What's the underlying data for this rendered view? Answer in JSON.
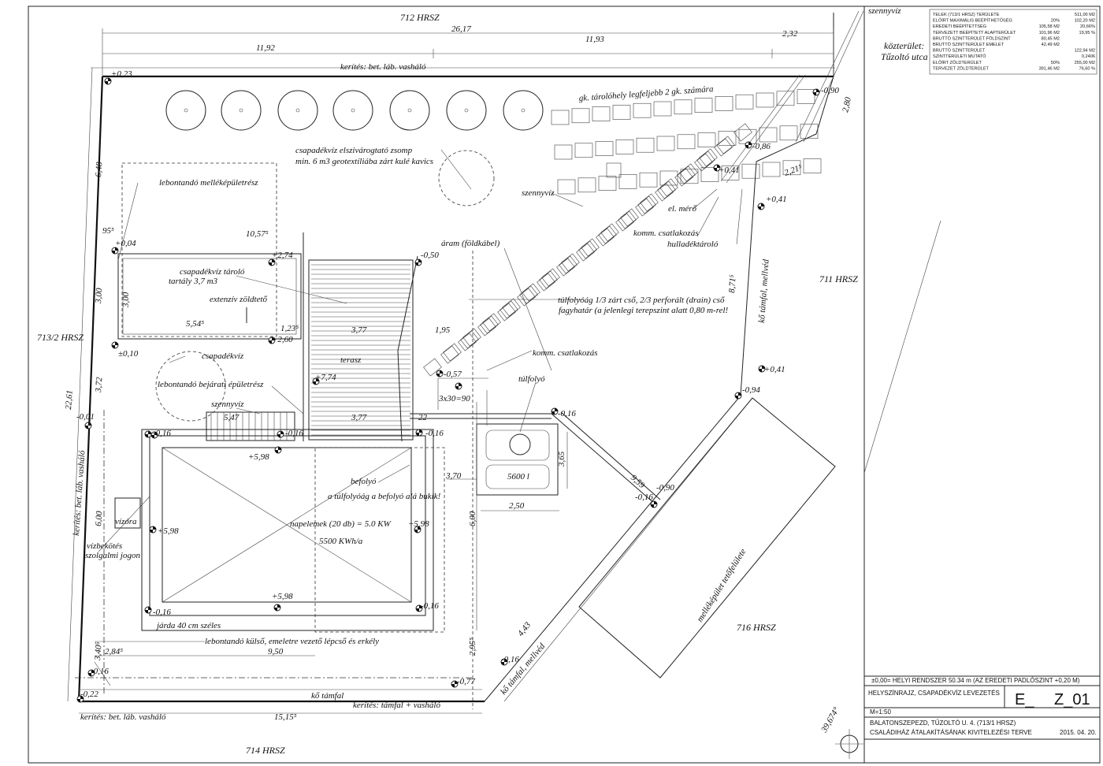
{
  "plot_labels": {
    "hrsz_712": "712 HRSZ",
    "hrsz_713_2": "713/2 HRSZ",
    "hrsz_714": "714 HRSZ",
    "hrsz_711": "711 HRSZ",
    "hrsz_716": "716 HRSZ",
    "street_area": "közterület:",
    "street_name": "Tűzoltó utca"
  },
  "annotations": {
    "fence_top": "kerítés: bet. láb. vasháló",
    "fence_left": "kerítés: bet. láb. vasháló",
    "fence_bottom": "kerítés: bet. láb. vasháló",
    "fence_bottom_right": "kerítés: támfal + vasháló",
    "stone_wall": "kő támfal",
    "stone_wall_parapet_right": "kő támfal, mellvéd",
    "stone_wall_parapet_bottom": "kő támfal, mellvéd",
    "sewage_top": "szennyvíz",
    "sewage_diag": "szennyvíz",
    "sewage_left": "szennyvíz",
    "car_parking": "gk. tárolóhely legfeljebb 2 gk. számára",
    "drainage_sump_1": "csapadékvíz elszivárogtató zsomp",
    "drainage_sump_2": "min. 6 m3 geotextíliába zárt kulé kavics",
    "demolish_shed": "lebontandó melléképületrész",
    "rain_tank_1": "csapadékvíz tároló",
    "rain_tank_2": "tartály 3,7 m3",
    "green_roof": "extenzív zöldtető",
    "power_cable": "áram (földkábel)",
    "el_meter": "el. mérő",
    "comm_connection_1": "komm. csatlakozás",
    "waste_storage": "hulladéktároló",
    "overflow_pipe_1": "túlfolyóág 1/3 zárt cső, 2/3 perforált (drain) cső",
    "overflow_pipe_2": "fagyhatár (a jelenlegi terepszint alatt 0,80 m-rel!",
    "comm_connection_2": "komm. csatlakozás",
    "rainwater": "csapadékvíz",
    "terrace": "terasz",
    "demolish_entrance": "lebontandó bejárati épületrész",
    "overflow": "túlfolyó",
    "inflow": "befolyó",
    "inflow_note": "a túlfolyóág a befolyó alá bukik!",
    "tank_volume": "5600 l",
    "solar_1": "napelemek (20 db) = 5.0 KW",
    "solar_2": "5500 KWh/a",
    "water_meter": "vízóra",
    "water_connection_1": "vízbekötés",
    "water_connection_2": "szolgalmi jogon",
    "sidewalk": "járda 40 cm széles",
    "demolish_stairs": "lebontandó külső, emeletre vezető lépcső és erkély",
    "outbuilding_roof": "melléképület tetőfelülete"
  },
  "dimensions": {
    "d_26_17": "26,17",
    "d_11_92": "11,92",
    "d_11_93": "11,93",
    "d_2_32": "2,32",
    "d_6_48": "6,48",
    "d_95": "95⁵",
    "d_10_57": "10,57⁵",
    "d_3_00a": "3,00",
    "d_3_00b": "3,00",
    "d_5_54": "5,54⁵",
    "d_1_23": "1,23⁵",
    "d_3_77a": "3,77",
    "d_3_77b": "3,77",
    "d_1_95": "1,95",
    "d_3_72": "3,72",
    "d_22_61": "22,61",
    "d_5_47": "5,47",
    "d_22": "22",
    "d_3x30": "3x30=90",
    "d_3_70": "3,70",
    "d_3_65": "3,65",
    "d_2_50": "2,50",
    "d_9_59": "9,59",
    "d_6_00a": "6,00",
    "d_6_00b": "6,00",
    "d_8_71": "8,71⁵",
    "d_2_21": "2,21⁵",
    "d_2_80": "2,80",
    "d_4_43": "4,43",
    "d_2_95": "2,95⁵",
    "d_3_40": "3,40⁵",
    "d_2_84": "2,84⁵",
    "d_9_50": "9,50",
    "d_15_15": "15,15⁵",
    "d_angle": "39,674°"
  },
  "levels": {
    "l1": "+0,23",
    "l2": "+0,04",
    "l3": "+2,74",
    "l4": "-0,50",
    "l5": "+2,60",
    "l6": "±0,10",
    "l7": "+7,74",
    "l8": "-0,57",
    "l9": "-0,01",
    "l10": "-0,16",
    "l11": "-0,16",
    "l12": "-0,16",
    "l13": "+5,98",
    "l14": "+5,98",
    "l15": "+5,98",
    "l16": "+5,98",
    "l17": "-0,16",
    "l18": "-0,16",
    "l19": "-0,16",
    "l20": "-0,90",
    "l21": "-0,16",
    "l22": "-0,16",
    "l23": "-0,22",
    "l24": "-0,77",
    "l25": "-0,90",
    "l26": "-0,86",
    "l27": "+0,41",
    "l28": "+0,41",
    "l29": "+0,41",
    "l30": "-0,94",
    "l31": "-0,16"
  },
  "area_table": [
    {
      "label": "TELEK (713/1 HRSZ) TERÜLETE",
      "pct": "",
      "value": "511,00 M2"
    },
    {
      "label": "ELŐÍRT MAXIMÁLIS BEÉPÍTHETŐSÉG",
      "pct": "20%",
      "value": "102,20 M2"
    },
    {
      "label": "EREDETI BEÉPÍTETTSÉG",
      "pct": "105,58 M2",
      "value": "20,66%"
    },
    {
      "label": "TERVEZETT BEÉPÍTETT ALAPTERÜLET",
      "pct": "101,96 M2",
      "value": "19,95 %"
    },
    {
      "label": "BRUTTÓ SZINTTERÜLET FÖLDSZINT",
      "pct": "80,45 M2",
      "value": ""
    },
    {
      "label": "BRUTTÓ SZINTTERÜLET EMELET",
      "pct": "42,49 M2",
      "value": ""
    },
    {
      "label": "BRUTTÓ SZINTTERÜLET",
      "pct": "",
      "value": "122,94 M2"
    },
    {
      "label": "SZINTTERÜLETI MUTATÓ",
      "pct": "",
      "value": "0,2406"
    },
    {
      "label": "ELŐÍRT ZÖLDTERÜLET",
      "pct": "50%",
      "value": "255,00 M2"
    },
    {
      "label": "TERVEZET ZÖLDTERÜLET",
      "pct": "391,46 M2",
      "value": "76,60 %"
    }
  ],
  "title_block": {
    "datum": "±0,00= HELYI RENDSZER 50.34 m (AZ EREDETI PADLÓSZINT +0,20 M)",
    "sheet_title": "HELYSZÍNRAJZ, CSAPADÉKVÍZ LEVEZETÉS",
    "code_e": "E_",
    "code_z": "Z_01",
    "scale": "M=1:50",
    "address": "BALATONSZEPEZD, TŰZOLTÓ U. 4. (713/1 HRSZ)",
    "project": "CSALÁDIHÁZ ÁTALAKÍTÁSÁNAK KIVITELEZÉSI TERVE",
    "date": "2015. 04. 20."
  }
}
